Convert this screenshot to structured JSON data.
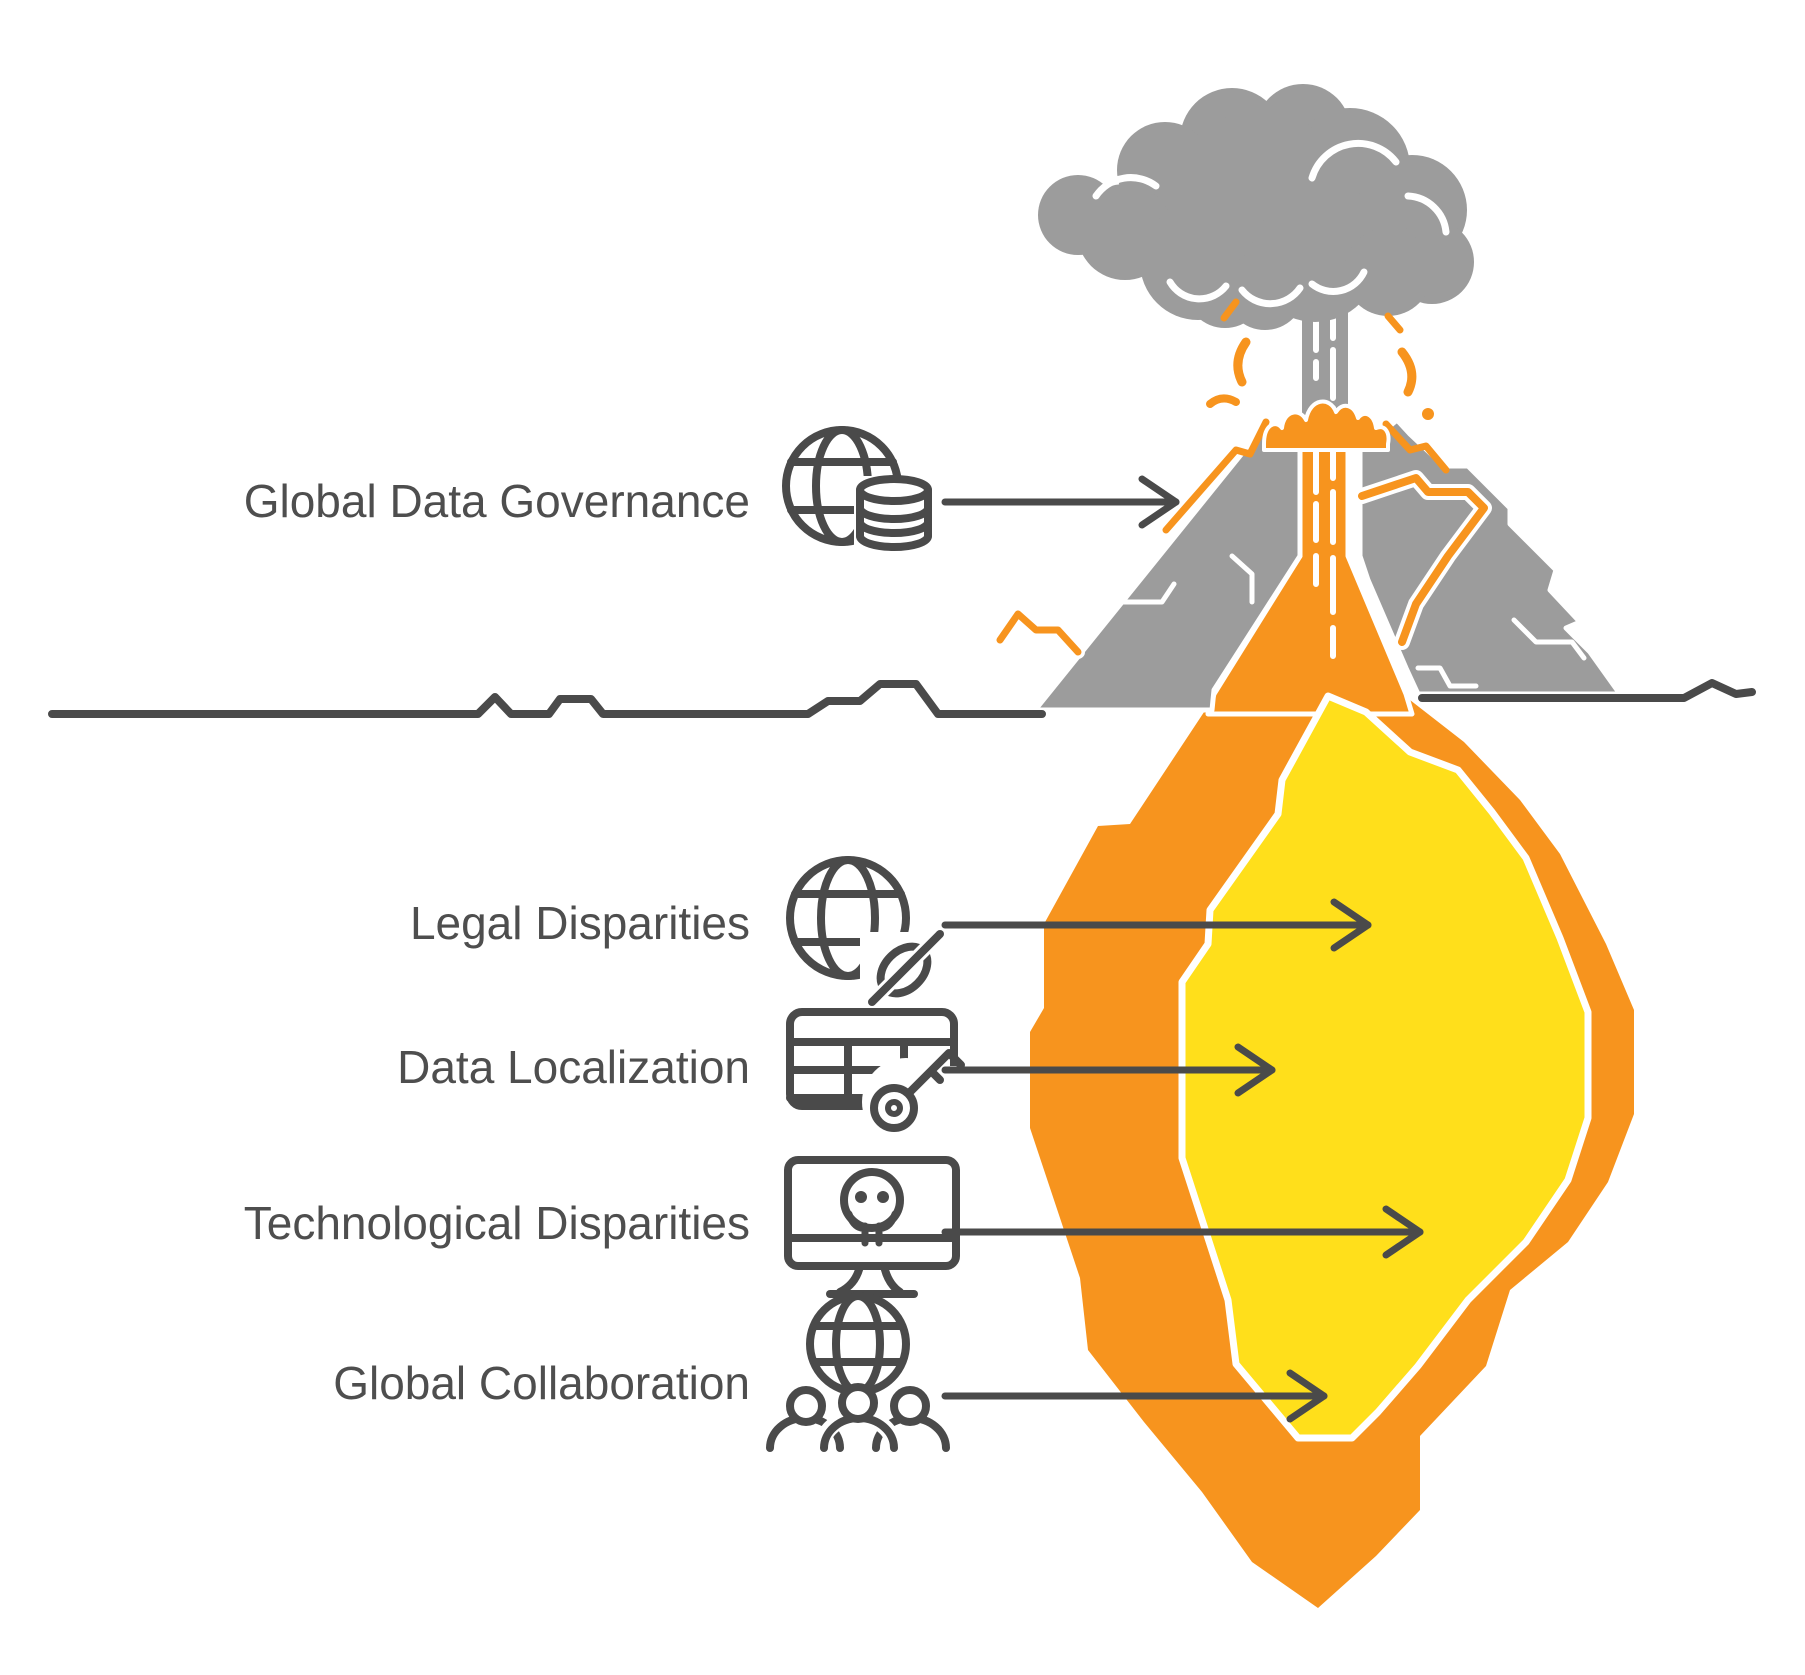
{
  "title": "Global Data Governance volcano cross-section diagram",
  "colors": {
    "orange": "#F7941E",
    "yellow": "#FFDF1B",
    "gray": "#9C9C9C",
    "dark": "#4A4A4A",
    "text": "#4E4E4E",
    "white": "#FFFFFF"
  },
  "labels": [
    {
      "text": "Global Data Governance",
      "icon": "globe-database-icon",
      "target": "volcano-summit"
    },
    {
      "text": "Legal Disparities",
      "icon": "globe-broken-link-icon",
      "target": "magma-chamber"
    },
    {
      "text": "Data Localization",
      "icon": "table-key-icon",
      "target": "magma-chamber"
    },
    {
      "text": "Technological Disparities",
      "icon": "monitor-skull-icon",
      "target": "magma-chamber"
    },
    {
      "text": "Global Collaboration",
      "icon": "globe-people-icon",
      "target": "magma-chamber"
    }
  ],
  "diagram": {
    "type": "volcano-cross-section",
    "parts": [
      "ash-cloud",
      "smoke-column",
      "lava-splashes",
      "volcano-cone",
      "crater-lava-dome",
      "lava-conduit",
      "ground-line",
      "magma-chamber-outer",
      "magma-chamber-inner"
    ]
  }
}
